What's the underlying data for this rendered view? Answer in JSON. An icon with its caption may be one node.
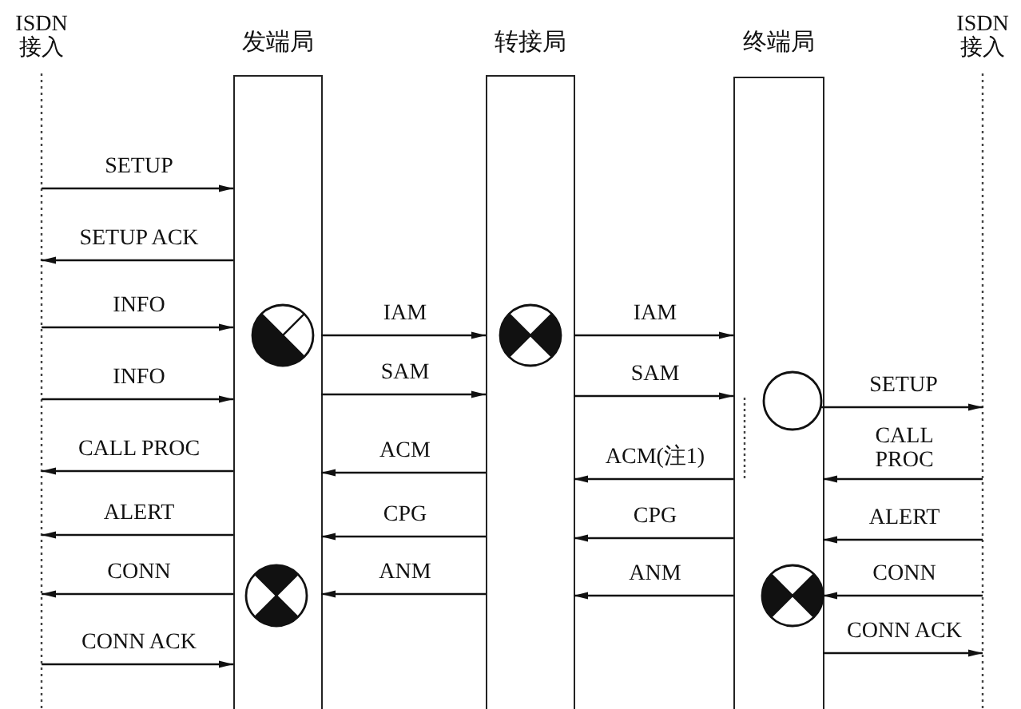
{
  "diagram": {
    "nodes": [
      {
        "text": [
          "ISDN 接入"
        ]
      },
      {
        "text": [
          "发端局"
        ]
      },
      {
        "text": [],
        "shape": "circle",
        "in": 1
      },
      {
        "text": [],
        "shape": "circle",
        "in": 1
      },
      {
        "text": [
          "转接局"
        ]
      },
      {
        "text": [],
        "shape": "circle",
        "in": 4
      },
      {
        "text": [
          "终端局"
        ]
      },
      {
        "text": [],
        "shape": "circle",
        "in": 6
      },
      {
        "text": [],
        "shape": "circle",
        "in": 6
      },
      {
        "text": [
          "ISDN 接入"
        ]
      }
    ],
    "edges": [
      {
        "from": 0,
        "to": 1,
        "arrow": "to",
        "label": "SETUP"
      },
      {
        "from": 1,
        "to": 0,
        "arrow": "to",
        "label": "SETUP ACK"
      },
      {
        "from": 0,
        "to": 1,
        "arrow": "to",
        "label": "INFO"
      },
      {
        "from": 0,
        "to": 1,
        "arrow": "to",
        "label": "INFO"
      },
      {
        "from": 1,
        "to": 0,
        "arrow": "to",
        "label": "CALL PROC"
      },
      {
        "from": 1,
        "to": 0,
        "arrow": "to",
        "label": "ALERT"
      },
      {
        "from": 1,
        "to": 0,
        "arrow": "to",
        "label": "CONN"
      },
      {
        "from": 0,
        "to": 1,
        "arrow": "to",
        "label": "CONN ACK"
      },
      {
        "from": 1,
        "to": 4,
        "arrow": "to",
        "label": "IAM"
      },
      {
        "from": 1,
        "to": 4,
        "arrow": "to",
        "label": "SAM"
      },
      {
        "from": 4,
        "to": 1,
        "arrow": "to",
        "label": "ACM"
      },
      {
        "from": 4,
        "to": 1,
        "arrow": "to",
        "label": "CPG"
      },
      {
        "from": 4,
        "to": 1,
        "arrow": "to",
        "label": "ANM"
      },
      {
        "from": 4,
        "to": 6,
        "arrow": "to",
        "label": "IAM"
      },
      {
        "from": 4,
        "to": 6,
        "arrow": "to",
        "label": "SAM"
      },
      {
        "from": 6,
        "to": 4,
        "arrow": "to",
        "label": "ACM(注1)"
      },
      {
        "from": 6,
        "to": 4,
        "arrow": "to",
        "label": "CPG"
      },
      {
        "from": 6,
        "to": 4,
        "arrow": "to",
        "label": "ANM"
      },
      {
        "from": 7,
        "to": 9,
        "arrow": "to",
        "label": "SETUP"
      },
      {
        "from": 9,
        "to": 6,
        "arrow": "to",
        "label": "CALL PROC"
      },
      {
        "from": 9,
        "to": 6,
        "arrow": "to",
        "label": "ALERT"
      },
      {
        "from": 9,
        "to": 6,
        "arrow": "to",
        "label": "CONN"
      },
      {
        "from": 6,
        "to": 9,
        "arrow": "to",
        "label": "CONN ACK"
      }
    ]
  }
}
